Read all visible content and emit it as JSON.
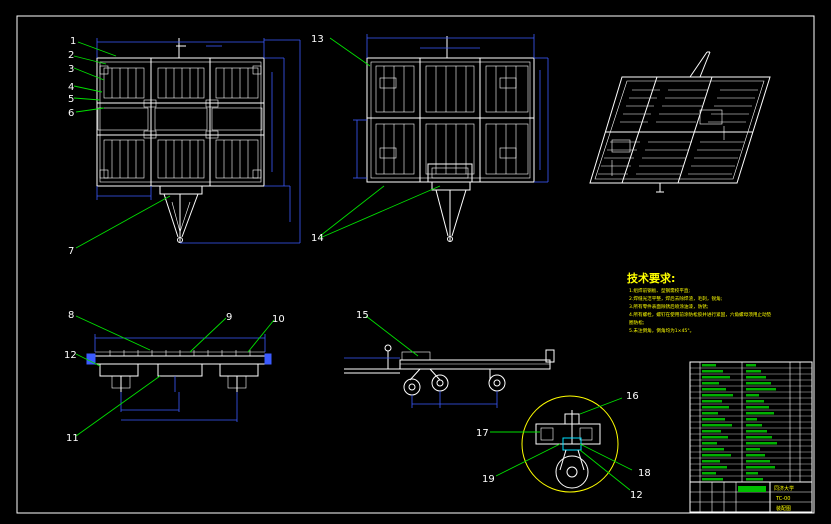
{
  "drawing": {
    "background": "#000000",
    "line_color": "#ffffff",
    "dimension_color": "#3b5bff",
    "leader_color": "#00e000",
    "annotation_color": "#ffff00"
  },
  "callouts": {
    "c1": "1",
    "c2": "2",
    "c3": "3",
    "c4": "4",
    "c5": "5",
    "c6": "6",
    "c7": "7",
    "c8": "8",
    "c9": "9",
    "c10": "10",
    "c11": "11",
    "c12": "12",
    "c13": "13",
    "c14": "14",
    "c15": "15",
    "c16": "16",
    "c17": "17",
    "c18": "18",
    "c19": "19",
    "c12b": "12"
  },
  "technical_requirements": {
    "title": "技术要求:",
    "lines": [
      "1.组焊前钢板、型钢需校平直;",
      "2.焊缝光洁平整，焊后去除焊渣，毛刺，锐角;",
      "3.所有零件表面除锈后喷涂油漆，防锈;",
      "4.所有螺栓，螺钉在使用前涂防松胶并进行紧固，六角螺母须用止动垫",
      "圈防松;",
      "5.未注倒角，倒角均为1×45°。"
    ]
  },
  "title_block": {
    "school": "同济大学",
    "drawing_no": "TC-00",
    "drawing_name": "装配图"
  }
}
